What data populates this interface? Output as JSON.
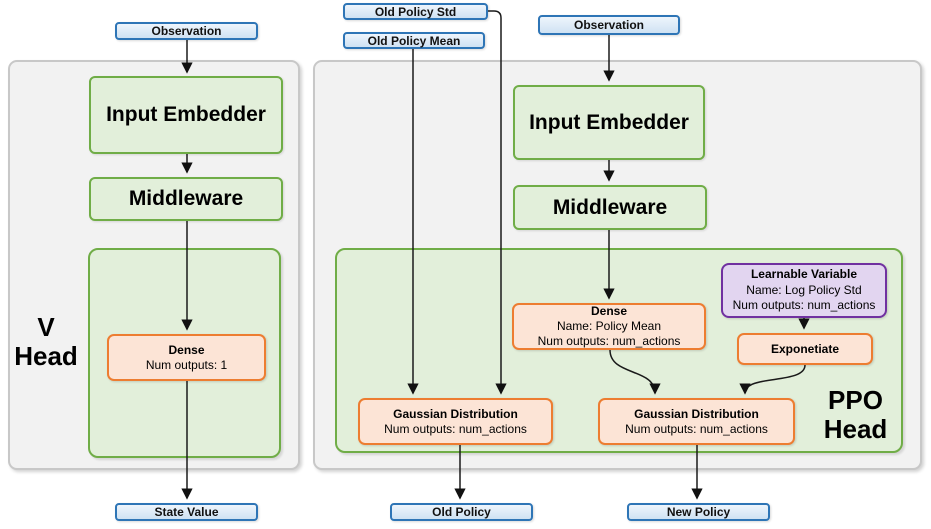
{
  "diagram": {
    "title": "PPO actor-critic network architecture diagram",
    "nodes": {
      "observation_left": {
        "label": "Observation"
      },
      "old_policy_std": {
        "label": "Old Policy Std"
      },
      "old_policy_mean": {
        "label": "Old Policy Mean"
      },
      "observation_right": {
        "label": "Observation"
      },
      "input_embedder_left": {
        "label": "Input Embedder"
      },
      "middleware_left": {
        "label": "Middleware"
      },
      "dense_left": {
        "title": "Dense",
        "outputs": "Num outputs: 1"
      },
      "v_head": {
        "line1": "V",
        "line2": "Head"
      },
      "state_value": {
        "label": "State Value"
      },
      "input_embedder_right": {
        "label": "Input Embedder"
      },
      "middleware_right": {
        "label": "Middleware"
      },
      "dense_right": {
        "title": "Dense",
        "name": "Name: Policy Mean",
        "outputs": "Num outputs: num_actions"
      },
      "learnable_variable": {
        "title": "Learnable Variable",
        "name": "Name: Log Policy Std",
        "outputs": "Num outputs: num_actions"
      },
      "exponetiate": {
        "title": "Exponetiate"
      },
      "gaussian_left": {
        "title": "Gaussian Distribution",
        "outputs": "Num outputs: num_actions"
      },
      "gaussian_right": {
        "title": "Gaussian Distribution",
        "outputs": "Num outputs: num_actions"
      },
      "ppo_head": {
        "line1": "PPO",
        "line2": "Head"
      },
      "old_policy": {
        "label": "Old Policy"
      },
      "new_policy": {
        "label": "New Policy"
      }
    },
    "colors": {
      "blue_border": "#2e75b6",
      "blue_fill": "#deebf7",
      "green_border": "#70ad47",
      "green_fill": "#e2efda",
      "orange_border": "#ed7d31",
      "orange_fill": "#fce4d6",
      "purple_border": "#7030a0",
      "purple_fill": "#e2d5f0",
      "container_fill": "#f2f2f2",
      "wire": "#1a1a1a"
    }
  }
}
